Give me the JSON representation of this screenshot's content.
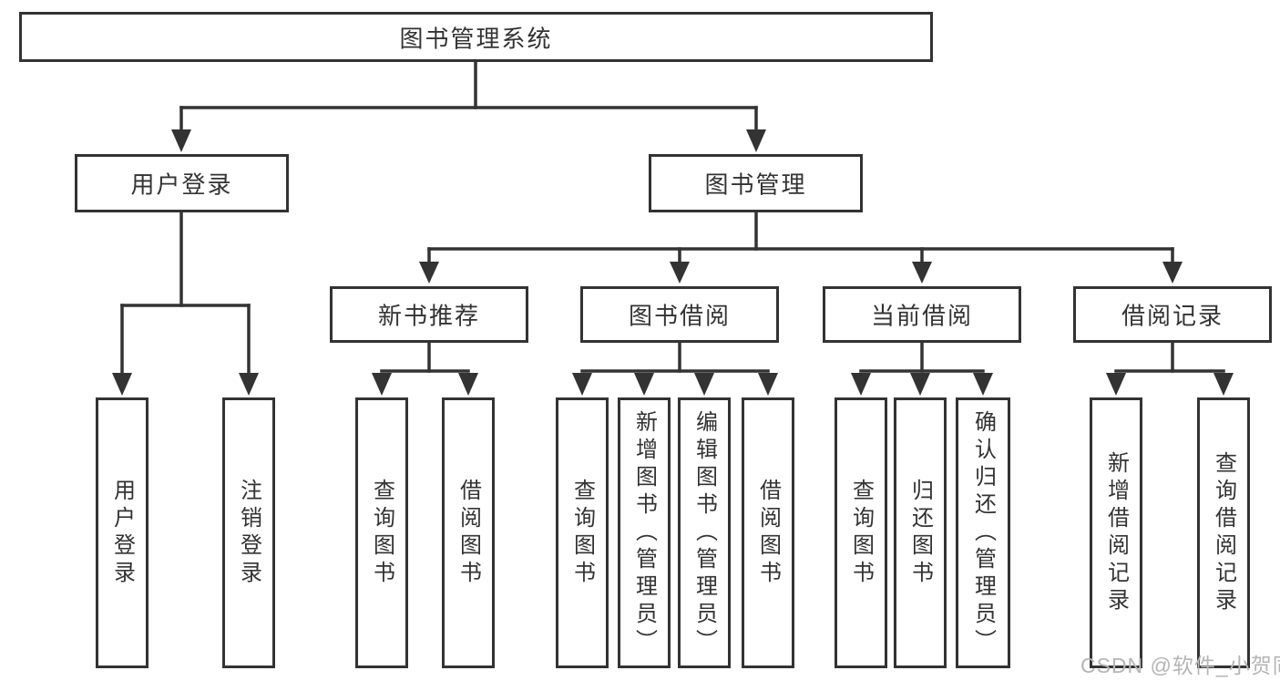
{
  "diagram": {
    "type": "hierarchy-tree",
    "root": {
      "label": "图书管理系统"
    },
    "level2": [
      {
        "label": "用户登录"
      },
      {
        "label": "图书管理"
      }
    ],
    "level3": [
      {
        "label": "新书推荐",
        "parent": "图书管理"
      },
      {
        "label": "图书借阅",
        "parent": "图书管理"
      },
      {
        "label": "当前借阅",
        "parent": "图书管理"
      },
      {
        "label": "借阅记录",
        "parent": "图书管理"
      }
    ],
    "leaves": [
      {
        "label": "用户登录",
        "parent": "用户登录"
      },
      {
        "label": "注销登录",
        "parent": "用户登录"
      },
      {
        "label": "查询图书",
        "parent": "新书推荐"
      },
      {
        "label": "借阅图书",
        "parent": "新书推荐"
      },
      {
        "label": "查询图书",
        "parent": "图书借阅"
      },
      {
        "label": "新增图书（管理员）",
        "parent": "图书借阅"
      },
      {
        "label": "编辑图书（管理员）",
        "parent": "图书借阅"
      },
      {
        "label": "借阅图书",
        "parent": "图书借阅"
      },
      {
        "label": "查询图书",
        "parent": "当前借阅"
      },
      {
        "label": "归还图书",
        "parent": "当前借阅"
      },
      {
        "label": "确认归还（管理员）",
        "parent": "当前借阅"
      },
      {
        "label": "新增借阅记录",
        "parent": "借阅记录"
      },
      {
        "label": "查询借阅记录",
        "parent": "借阅记录"
      }
    ]
  },
  "colors": {
    "line": "#333333",
    "text": "#333333",
    "box_background": "#ffffff",
    "watermark": "#b5b5b5",
    "background": "#ffffff"
  },
  "watermark": {
    "text": "CSDN @软件_小贺同学"
  }
}
